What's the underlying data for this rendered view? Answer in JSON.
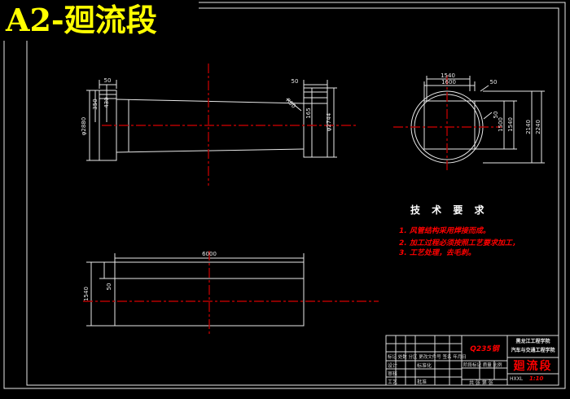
{
  "banner": {
    "title": "A2-廻流段"
  },
  "colors": {
    "background": "#000000",
    "line": "#e8e8e8",
    "centerline": "#b40000",
    "note_red": "#ff0000",
    "banner_yellow": "#ffff00"
  },
  "views": {
    "side": {
      "dims": {
        "flange_left_width": "50",
        "offset_a": "350",
        "offset_b": "430",
        "left_diameter": "φ2880",
        "flange_right_width": "50",
        "fillet": "R50",
        "offset_c": "165",
        "right_diameter": "φ2744"
      }
    },
    "end": {
      "dims": {
        "top_width": "1540",
        "top_outer_width": "1600",
        "ring_thickness": "50",
        "wall_thickness": "50",
        "height_inner": "1500",
        "height": "1540",
        "circle_inner": "2140",
        "circle_outer": "2240"
      }
    },
    "bottom": {
      "dims": {
        "length": "6000",
        "wall": "50",
        "height": "1540"
      }
    }
  },
  "technical_requirements": {
    "title": "技 术 要 求",
    "items": [
      "1. 风管结构采用焊接而成。",
      "2. 加工过程必须按照工艺要求加工，",
      "3. 工艺处理，去毛刺。"
    ]
  },
  "title_block": {
    "material": "Q235钢",
    "organization_line1": "黑龙江工程学院",
    "organization_line2": "汽车与交通工程学院",
    "part_name": "廻流段",
    "code_label": "HXXL",
    "code_value": "1:10",
    "revision_row": "标记 处数 分区 更改文件号 签名 年月日",
    "design": "设计",
    "standardization": "标准化",
    "check": "审核",
    "process": "工艺",
    "approve": "批准",
    "stage_row": "阶段标记 质量 比例",
    "sheet_row": "共 张 第 张"
  }
}
